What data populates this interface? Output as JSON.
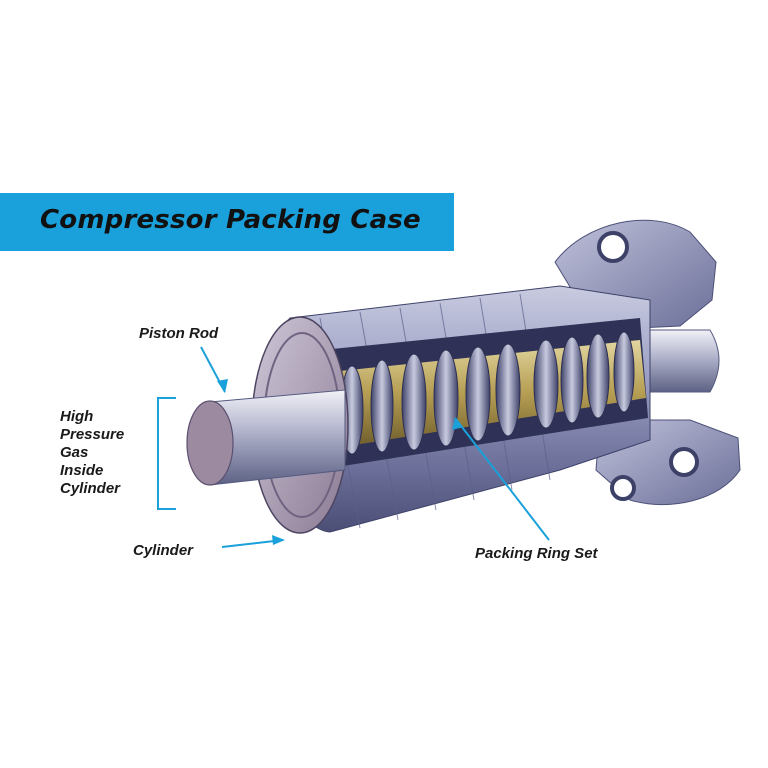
{
  "title": "Compressor Packing Case",
  "labels": {
    "piston_rod": "Piston Rod",
    "high_pressure_lines": [
      "High",
      "Pressure",
      "Gas",
      "Inside",
      "Cylinder"
    ],
    "cylinder": "Cylinder",
    "packing_ring_set": "Packing Ring Set"
  },
  "colors": {
    "banner": "#1aa0db",
    "arrow": "#1aa0db",
    "steel_dark": "#4a4f78",
    "steel_mid": "#8c90b8",
    "steel_light": "#d8d9ea",
    "ring_gold": "#b39a4a",
    "flange": "#8f93bb"
  }
}
